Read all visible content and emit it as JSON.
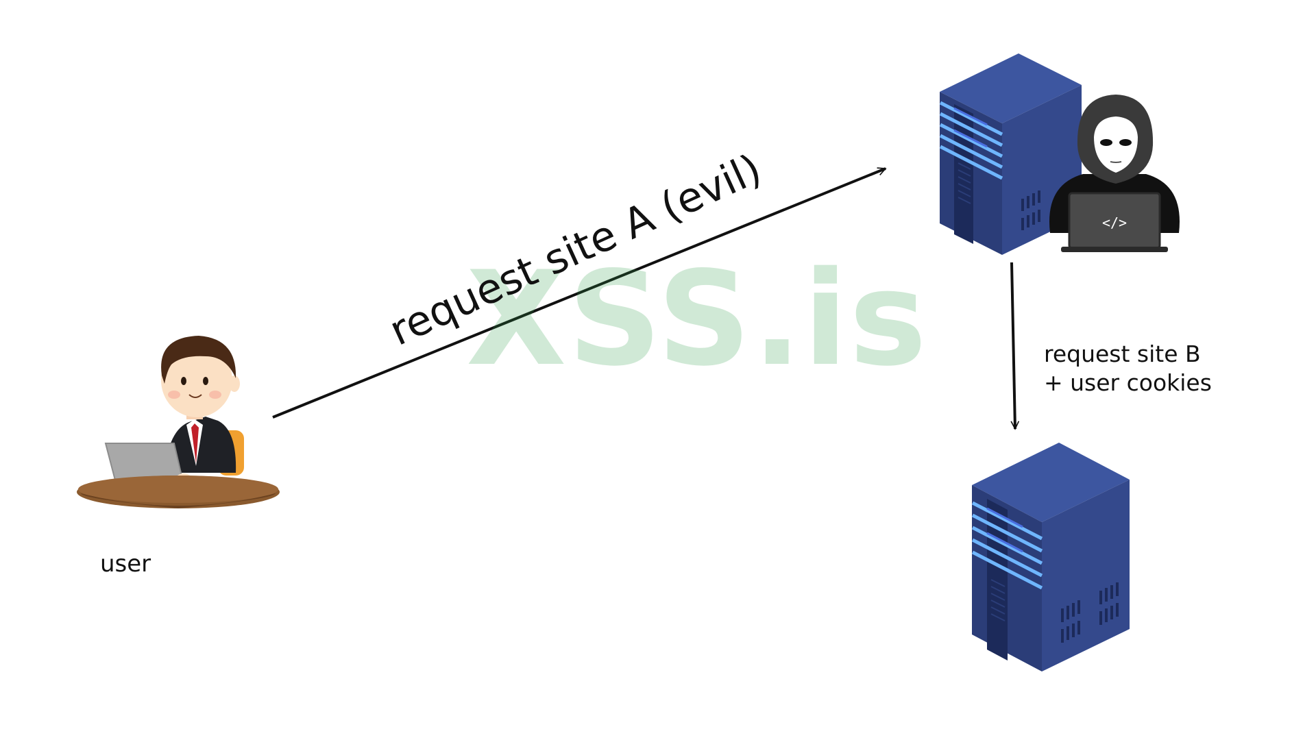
{
  "watermark": "XSS.is",
  "labels": {
    "user": "user",
    "request_a": "request site A (evil)",
    "request_b_line1": "request site B",
    "request_b_line2": "+ user cookies"
  },
  "attacker_laptop_code": "</>",
  "icons": {
    "user": "user-at-laptop-icon",
    "evil_server": "server-icon",
    "hacker": "hacker-icon",
    "target_server": "server-icon"
  },
  "colors": {
    "server_front": "#2b3d78",
    "server_side": "#34498c",
    "server_top": "#3d56a0",
    "server_light": "#6fb6ff",
    "watermark": "#2e9e49"
  }
}
